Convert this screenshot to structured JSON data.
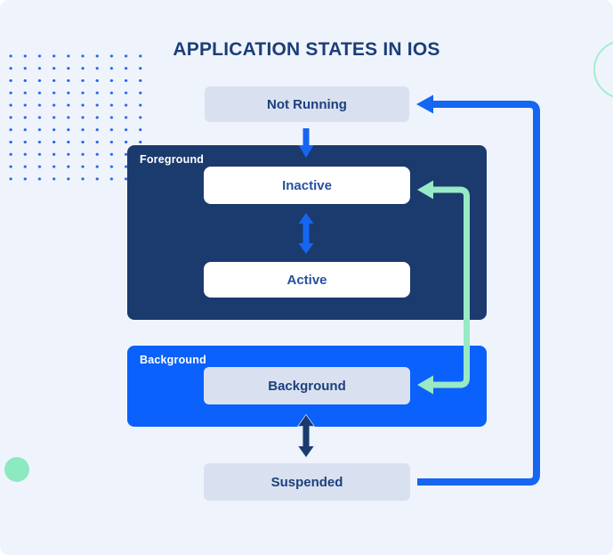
{
  "title": "APPLICATION STATES IN IOS",
  "groups": {
    "foreground": {
      "label": "Foreground"
    },
    "background": {
      "label": "Background"
    }
  },
  "nodes": {
    "not_running": {
      "label": "Not Running"
    },
    "inactive": {
      "label": "Inactive"
    },
    "active": {
      "label": "Active"
    },
    "background": {
      "label": "Background"
    },
    "suspended": {
      "label": "Suspended"
    }
  },
  "edges": [
    {
      "from": "not_running",
      "to": "foreground",
      "type": "single-arrow-down",
      "color": "#1566f1"
    },
    {
      "from": "inactive",
      "to": "active",
      "type": "double-arrow-vertical",
      "color": "#1566f1"
    },
    {
      "from": "inactive",
      "to": "background",
      "type": "double-arrow-elbow-right",
      "color": "#98e9c6"
    },
    {
      "from": "background",
      "to": "suspended",
      "type": "double-arrow-vertical",
      "color": "#1b3a6e"
    },
    {
      "from": "suspended",
      "to": "not_running",
      "type": "single-arrow-elbow-right",
      "color": "#1566f1"
    }
  ],
  "colors": {
    "page_bg": "#eff4fc",
    "navy": "#1b3a6e",
    "bright_blue": "#0b61fb",
    "node_fill": "#d9e1f0",
    "node_text": "#1d3f7c",
    "white_node_text": "#2750a0",
    "arrow_blue": "#1566f1",
    "arrow_navy": "#1b3a6e",
    "arrow_green": "#98e9c6",
    "dots": "#2c64e9",
    "accent_green": "#8ce9c0",
    "ring_green": "#a5ecd1",
    "title_color": "#1c3e78"
  }
}
